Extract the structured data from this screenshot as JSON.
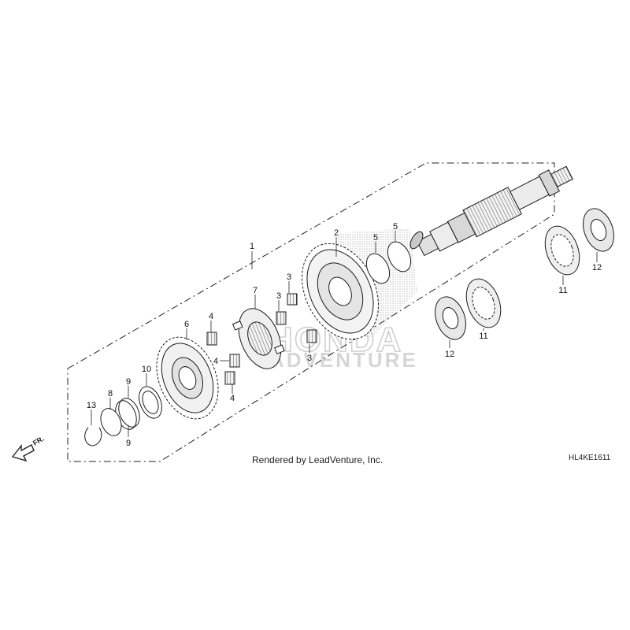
{
  "diagram": {
    "credit": "Rendered by LeadVenture, Inc.",
    "code": "HL4KE1611",
    "direction": "FR.",
    "watermark": {
      "line1": "HONDA",
      "line2": "ADVENTURE"
    },
    "callouts": {
      "c1": "1",
      "c2": "2",
      "c3a": "3",
      "c3b": "3",
      "c3c": "3",
      "c4a": "4",
      "c4b": "4",
      "c4c": "4",
      "c5a": "5",
      "c5b": "5",
      "c6": "6",
      "c7": "7",
      "c8": "8",
      "c9a": "9",
      "c9b": "9",
      "c10": "10",
      "c11a": "11",
      "c11b": "11",
      "c12a": "12",
      "c12b": "12",
      "c13": "13"
    }
  }
}
